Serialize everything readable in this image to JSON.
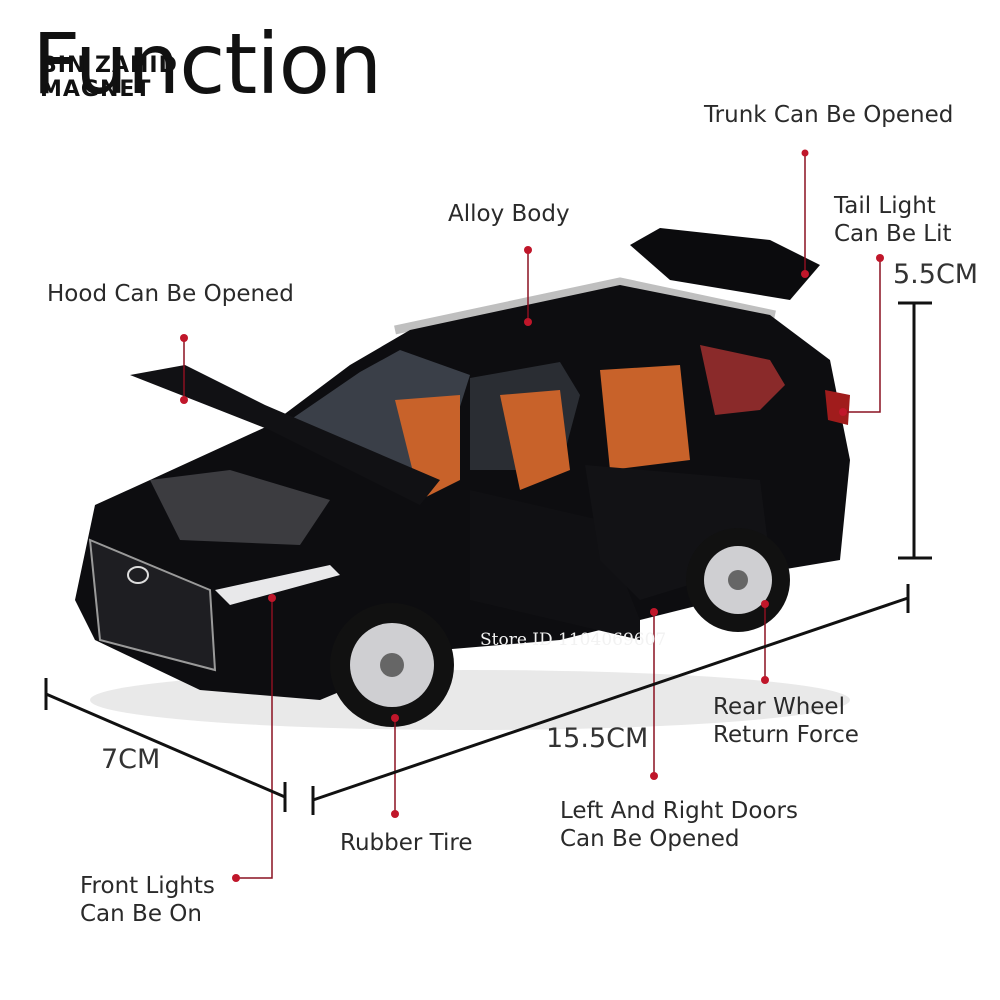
{
  "title": "Function",
  "watermark": {
    "line1": "BIN ZAHID",
    "line2": "MAGNET"
  },
  "labels": {
    "trunk": "Trunk Can Be Opened",
    "tail_line1": "Tail Light",
    "tail_line2": "Can Be Lit",
    "alloy": "Alloy Body",
    "hood": "Hood Can Be Opened",
    "rear_line1": "Rear Wheel",
    "rear_line2": "Return Force",
    "doors_line1": "Left And Right Doors",
    "doors_line2": "Can Be Opened",
    "tire": "Rubber Tire",
    "front_line1": "Front Lights",
    "front_line2": "Can Be On"
  },
  "dimensions": {
    "height": "5.5CM",
    "length": "15.5CM",
    "width": "7CM"
  },
  "store_id": "Store ID 1104069607",
  "colors": {
    "accent_dot": "#c0162a",
    "line": "#8a1020",
    "car_body": "#0d0d10",
    "interior": "#c8622a"
  }
}
